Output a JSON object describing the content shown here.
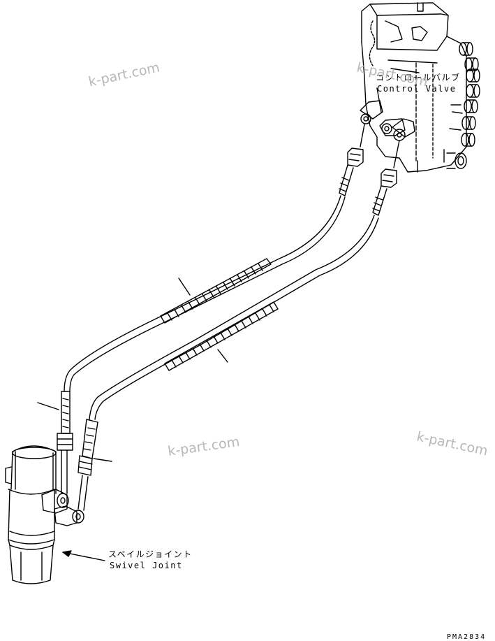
{
  "labels": {
    "control_valve_jp": "コントロールバルブ",
    "control_valve_en": "Control Valve",
    "swivel_joint_jp": "スベイルジョイント",
    "swivel_joint_en": "Swivel Joint",
    "drawing_code": "PMA2834"
  },
  "watermarks": [
    "k-part.com",
    "k-part.com",
    "k-part.com",
    "k-part.com"
  ],
  "colors": {
    "line": "#000000",
    "watermark": "#b8b8b8",
    "background": "#ffffff"
  }
}
